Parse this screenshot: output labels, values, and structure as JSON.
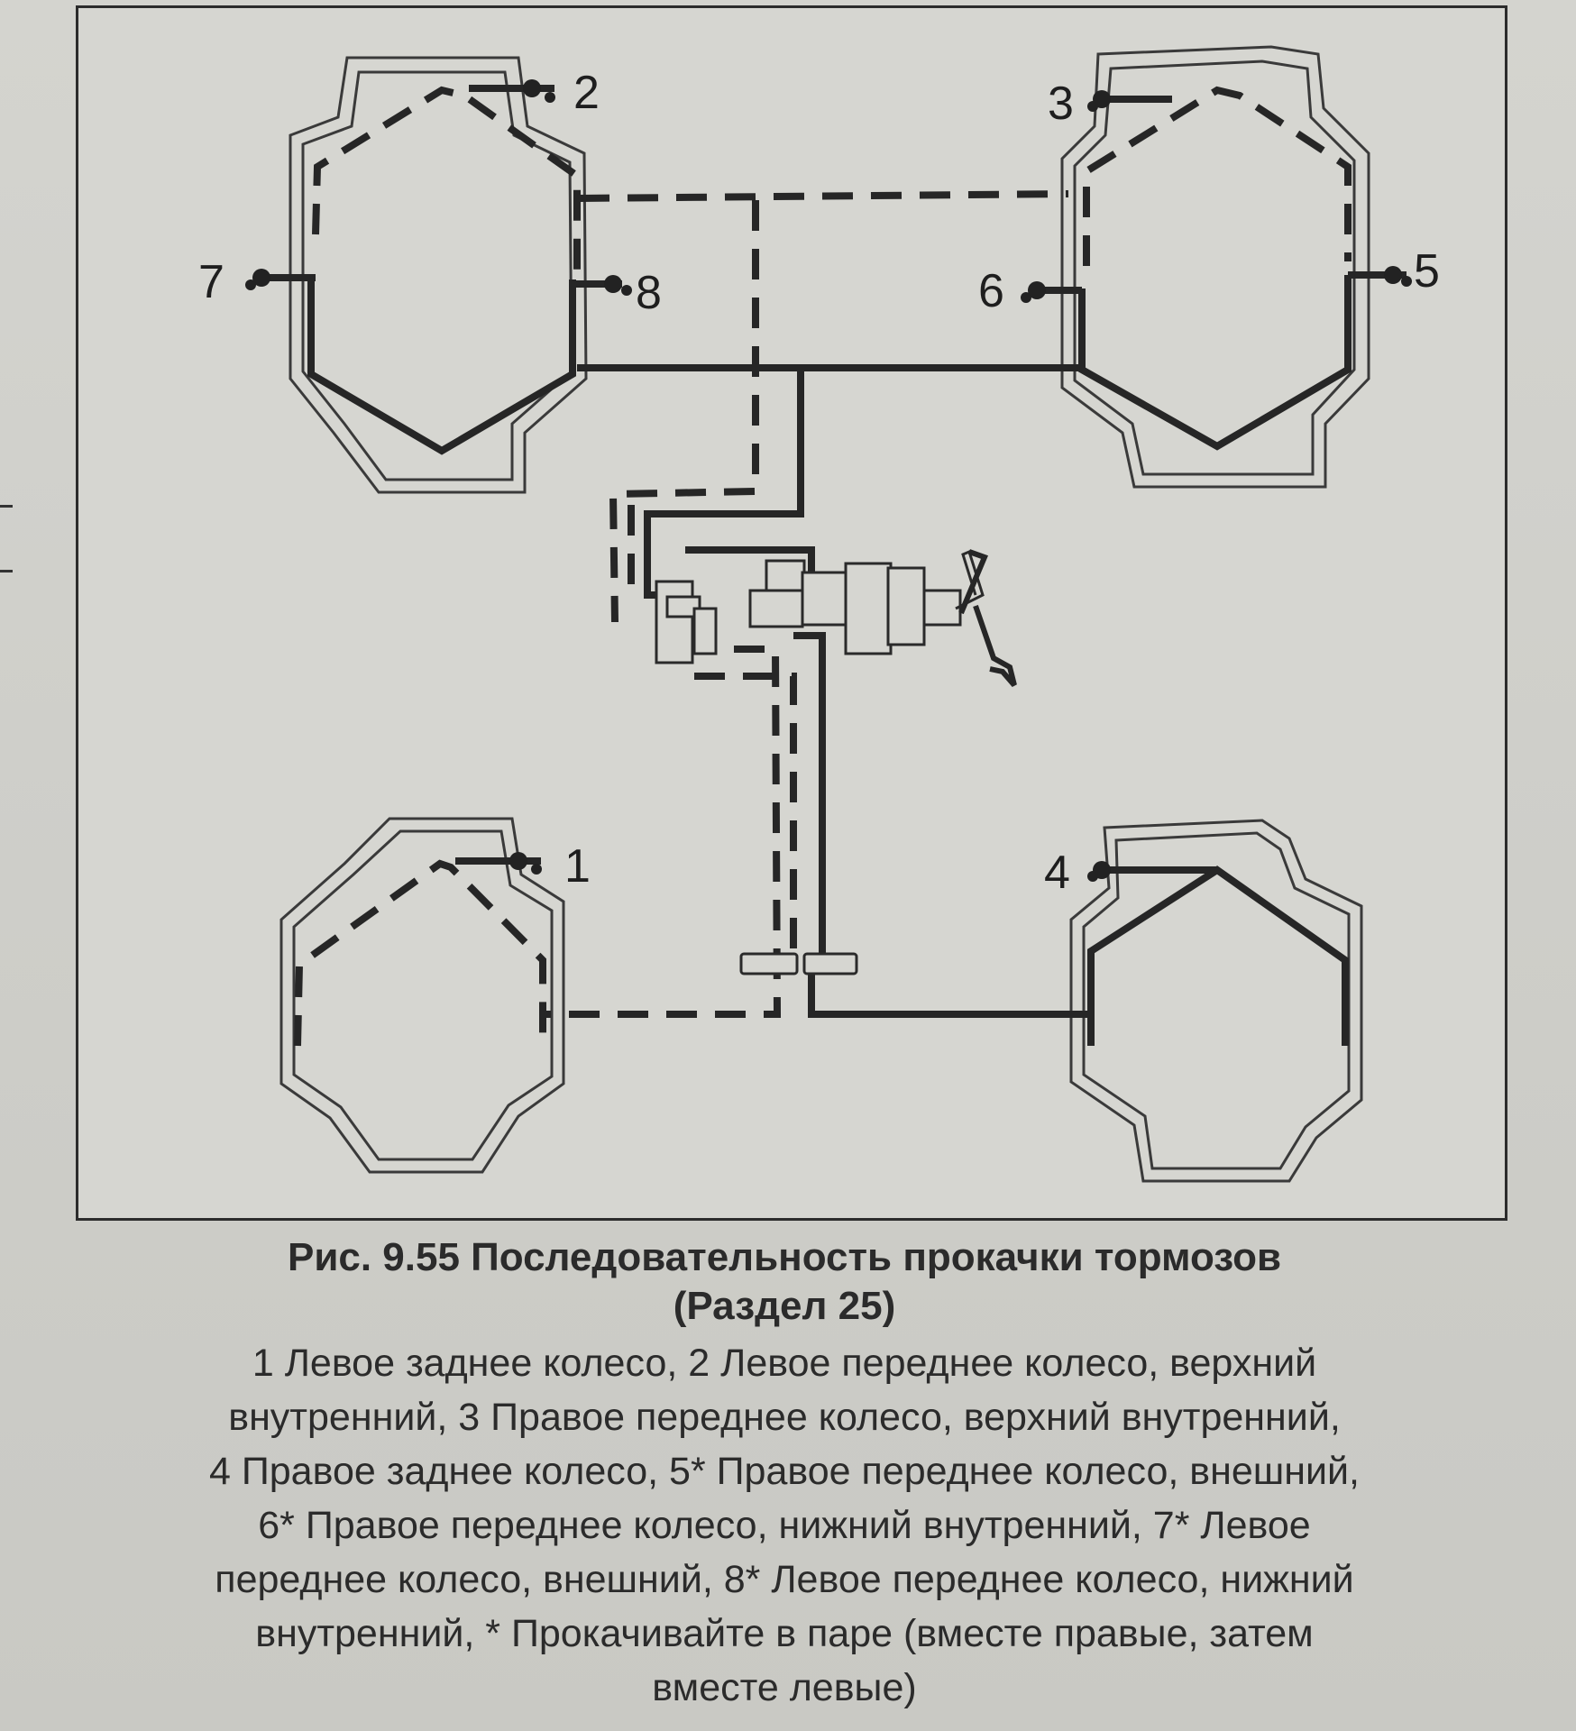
{
  "figure": {
    "callouts": [
      "1",
      "2",
      "3",
      "4",
      "5",
      "6",
      "7",
      "8"
    ]
  },
  "caption": {
    "title_line1": "Рис. 9.55 Последовательность прокачки тормозов",
    "title_line2": "(Раздел 25)",
    "legend_lines": [
      "1 Левое заднее колесо, 2 Левое переднее колесо, верхний",
      "внутренний, 3 Правое переднее колесо, верхний внутренний,",
      "4 Правое заднее колесо, 5* Правое переднее колесо, внешний,",
      "6* Правое переднее колесо, нижний внутренний, 7* Левое",
      "переднее колесо, внешний, 8* Левое переднее колесо, нижний",
      "внутренний, * Прокачивайте в паре (вместе правые, затем",
      "вместе левые)"
    ]
  }
}
